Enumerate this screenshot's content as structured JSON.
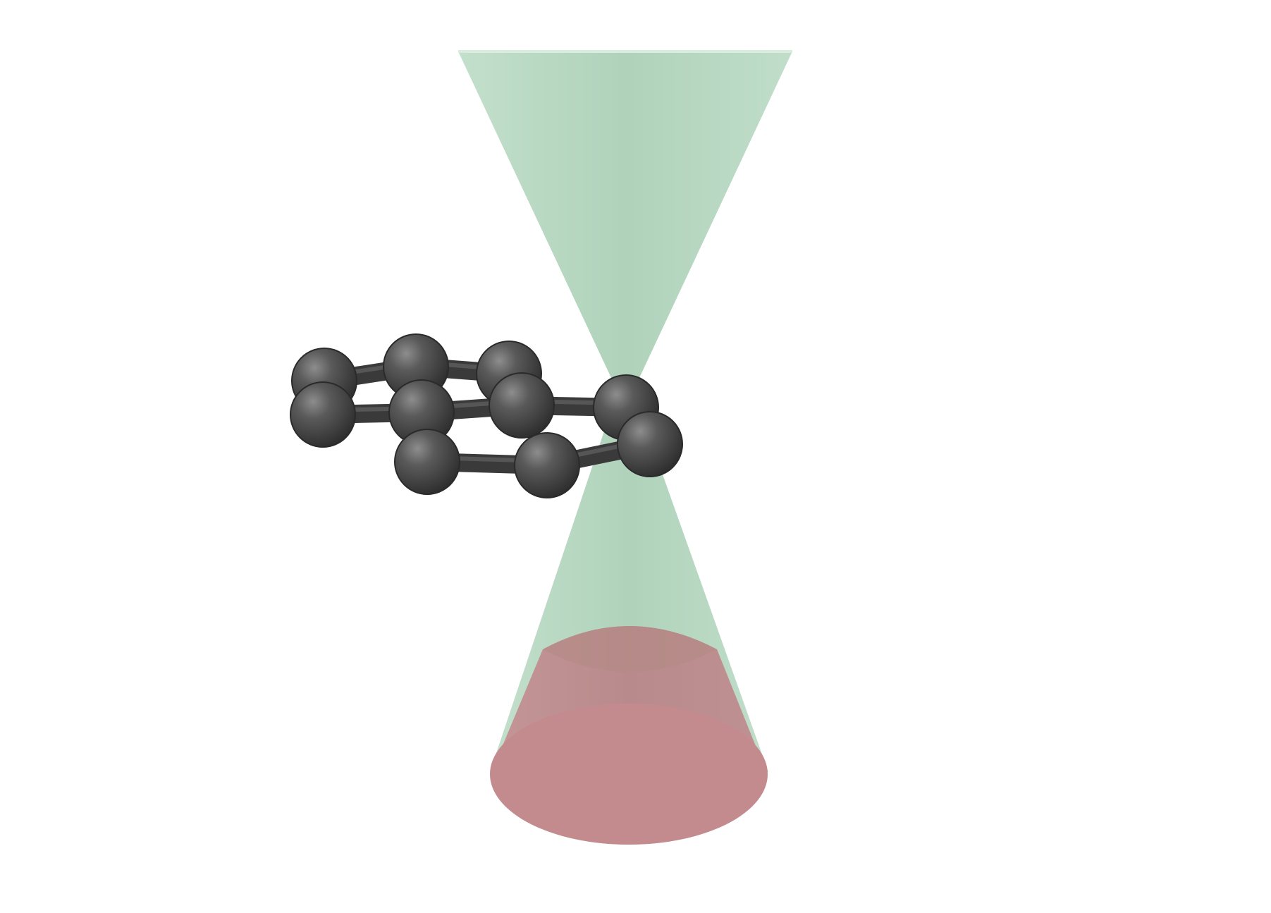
{
  "figure": {
    "description_visible_text": "",
    "colors": {
      "background": "#ffffff",
      "cone": "#a9cfb5",
      "cone_edge": "#c9e3d2",
      "fill": "#c47f86",
      "fill_top": "#b48a86",
      "atom": "#4a4a4a",
      "atom_highlight": "#8a8a8a",
      "bond": "#3e3e3e"
    },
    "components": [
      {
        "name": "dirac-cone-upper",
        "kind": "cone"
      },
      {
        "name": "dirac-cone-lower",
        "kind": "cone"
      },
      {
        "name": "filled-states",
        "kind": "fill"
      },
      {
        "name": "graphene-lattice",
        "kind": "molecule",
        "atoms": 10,
        "rings": 2
      }
    ]
  }
}
